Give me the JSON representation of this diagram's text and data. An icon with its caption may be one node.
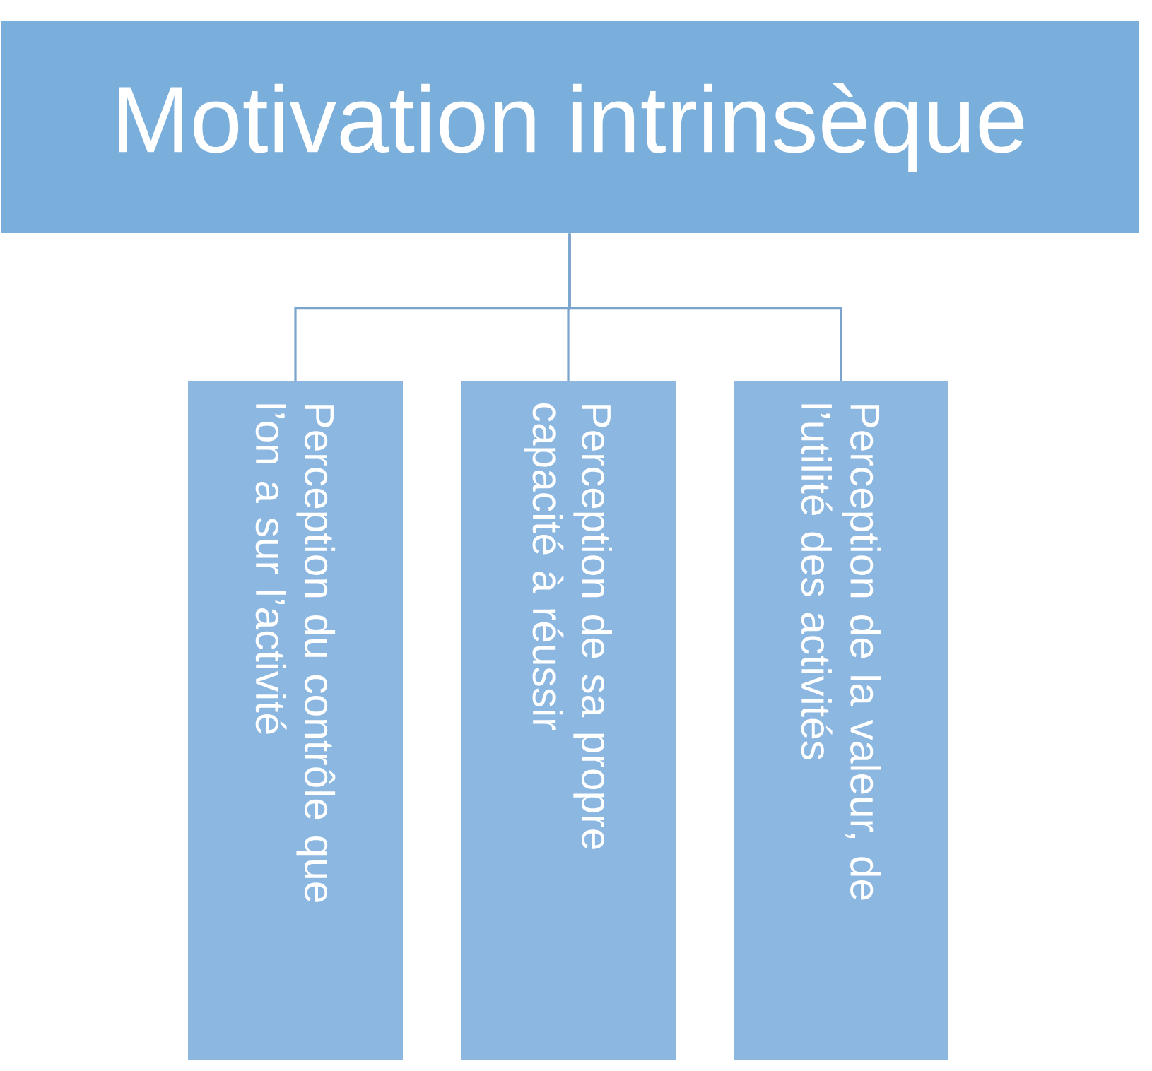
{
  "diagram": {
    "nodes": [
      {
        "text": [
          "Motivation intrinsèque"
        ]
      },
      {
        "text": [
          "Perception du contrôle que l’on a sur l’activité"
        ]
      },
      {
        "text": [
          "Perception de sa propre capacité à réussir"
        ]
      },
      {
        "text": [
          "Perception de la valeur, de l’utilité des activités"
        ]
      }
    ],
    "edges": [
      {
        "from": 0,
        "to": 1,
        "arrow": "none"
      },
      {
        "from": 0,
        "to": 2,
        "arrow": "none"
      },
      {
        "from": 0,
        "to": 3,
        "arrow": "none"
      }
    ]
  }
}
